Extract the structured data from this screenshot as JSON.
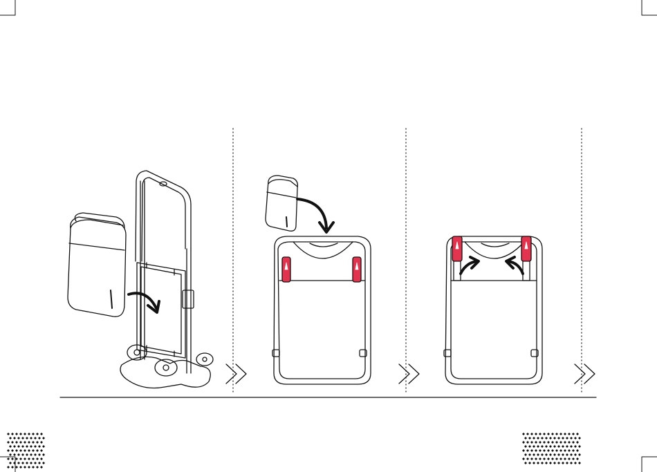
{
  "colors": {
    "line": "#111111",
    "accent": "#e3344f",
    "paper": "#ffffff"
  },
  "steps": [
    {
      "id": "step-1",
      "illustration": "bag-onto-trolley-frame",
      "arrow": "curved-arrow-down-right"
    },
    {
      "id": "step-2",
      "illustration": "pouch-into-bag-with-red-tabs",
      "arrow": "curved-arrow-down"
    },
    {
      "id": "step-3",
      "illustration": "bag-tabs-folded-up",
      "arrow": "curved-arrows-up"
    }
  ],
  "icons": {
    "next": "double-chevron-right-icon",
    "crop_mark": "crop-mark",
    "dot_pattern": "diamond-dot-pattern"
  }
}
